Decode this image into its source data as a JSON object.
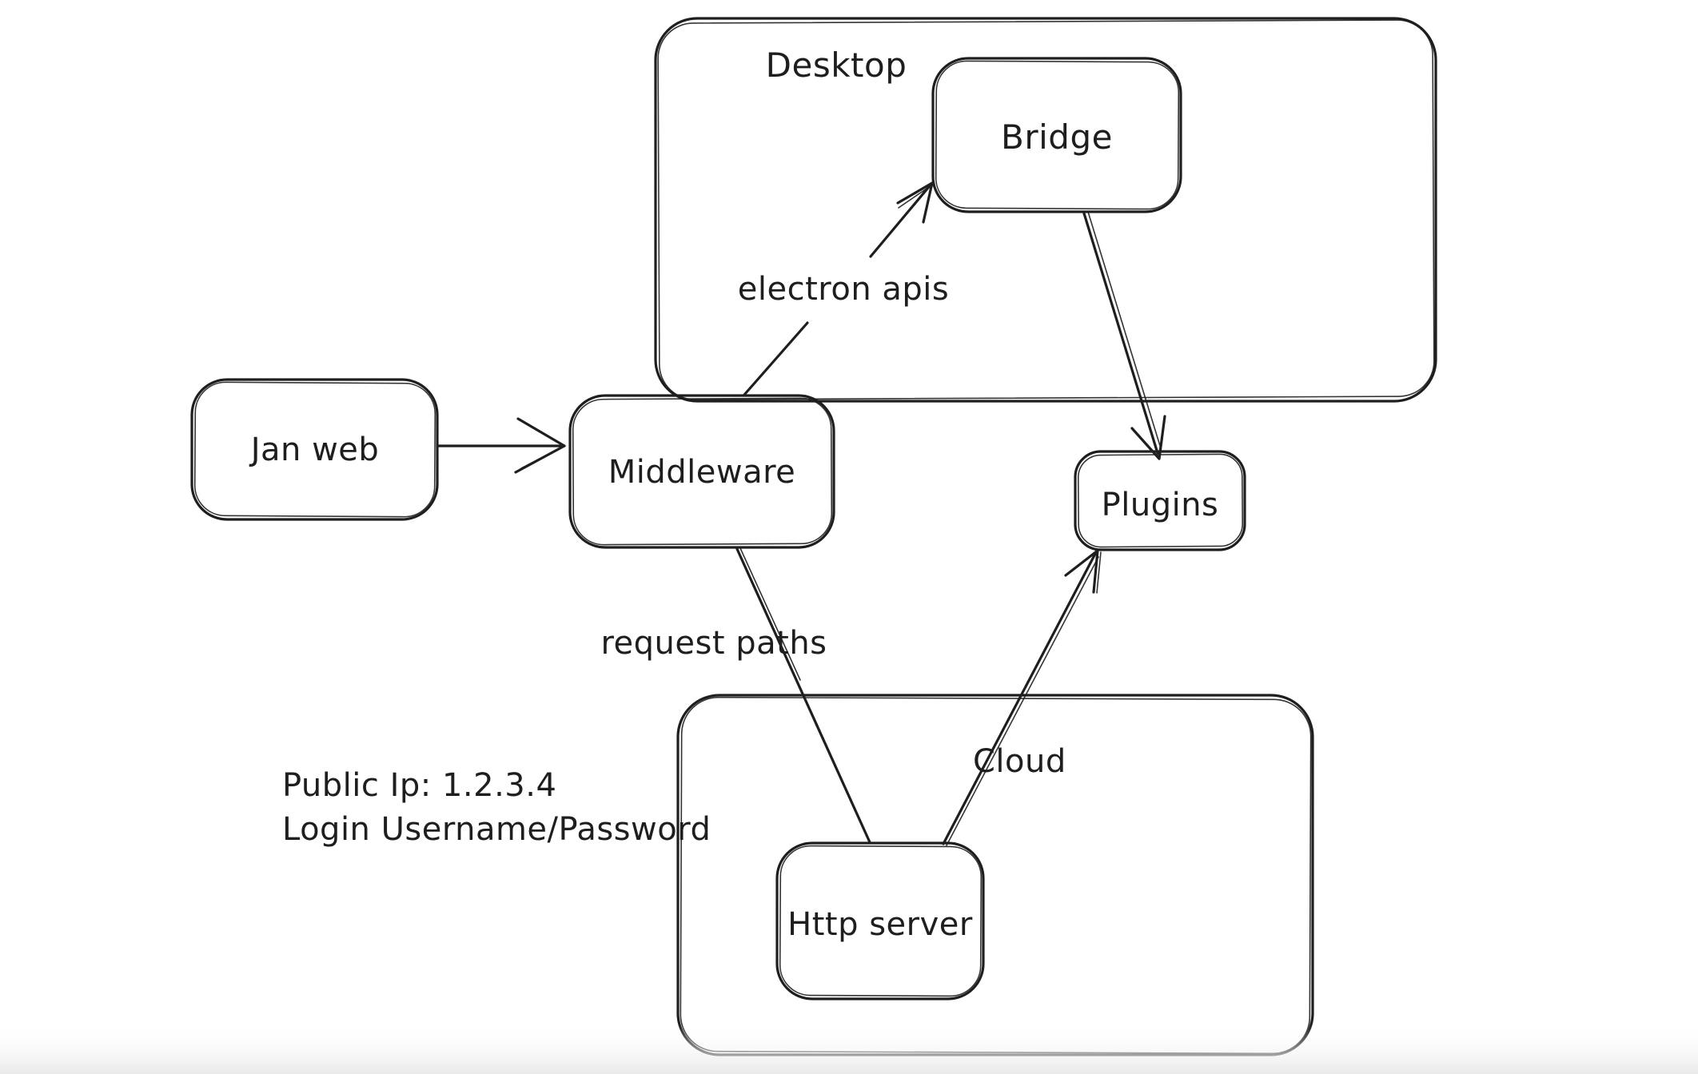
{
  "diagram": {
    "type": "architecture-sketch",
    "colors": {
      "stroke": "#1e1e1e",
      "background": "#ffffff",
      "bottom_fade": "#e9e9e9"
    },
    "containers": [
      {
        "id": "desktop",
        "label": "Desktop"
      },
      {
        "id": "cloud",
        "label": "Cloud"
      }
    ],
    "nodes": [
      {
        "id": "jan-web",
        "label": "Jan web",
        "container": null
      },
      {
        "id": "middleware",
        "label": "Middleware",
        "container": null
      },
      {
        "id": "bridge",
        "label": "Bridge",
        "container": "desktop"
      },
      {
        "id": "plugins",
        "label": "Plugins",
        "container": null
      },
      {
        "id": "http-server",
        "label": "Http server",
        "container": "cloud"
      }
    ],
    "edges": [
      {
        "from": "jan-web",
        "to": "middleware",
        "label": "",
        "arrow": true
      },
      {
        "from": "middleware",
        "to": "bridge",
        "label": "electron apis",
        "arrow": true
      },
      {
        "from": "bridge",
        "to": "plugins",
        "label": "",
        "arrow": true
      },
      {
        "from": "middleware",
        "to": "http-server",
        "label": "request paths",
        "arrow": false
      },
      {
        "from": "http-server",
        "to": "plugins",
        "label": "",
        "arrow": true
      }
    ],
    "annotations": [
      "Public Ip: 1.2.3.4",
      "Login Username/Password"
    ]
  }
}
